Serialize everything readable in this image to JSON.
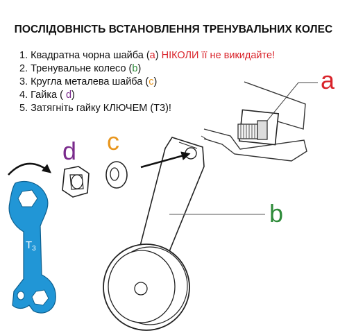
{
  "title": "ПОСЛІДОВНІСТЬ ВСТАНОВЛЕННЯ ТРЕНУВАЛЬНИХ КОЛЕС",
  "steps": [
    {
      "prefix": "1. Квадратна чорна шайба (",
      "letter": "a",
      "suffix": ") ",
      "warning": "НІКОЛИ її не викидайте!"
    },
    {
      "prefix": "2. Тренувальне колесо (",
      "letter": "b",
      "suffix": ")"
    },
    {
      "prefix": "3. Кругла металева шайба (",
      "letter": "c",
      "suffix": ")"
    },
    {
      "prefix": "4. Гайка ( ",
      "letter": "d",
      "suffix": ")"
    },
    {
      "prefix": "5. Затягніть гайку КЛЮЧЕМ (Т3)!",
      "letter": "",
      "suffix": ""
    }
  ],
  "labels": {
    "a": "a",
    "b": "b",
    "c": "c",
    "d": "d"
  },
  "wrench_label": "T",
  "wrench_subscript": "3",
  "colors": {
    "a": "#d9232a",
    "b": "#2e8b3a",
    "c": "#e8961e",
    "d": "#7a2b8c",
    "warning": "#d9232a",
    "wrench": "#2196d6"
  },
  "icons": [
    "wrench-icon",
    "nut-icon",
    "washer-icon",
    "training-wheel-icon",
    "bike-frame-icon",
    "square-washer-icon",
    "arrow-icon"
  ]
}
